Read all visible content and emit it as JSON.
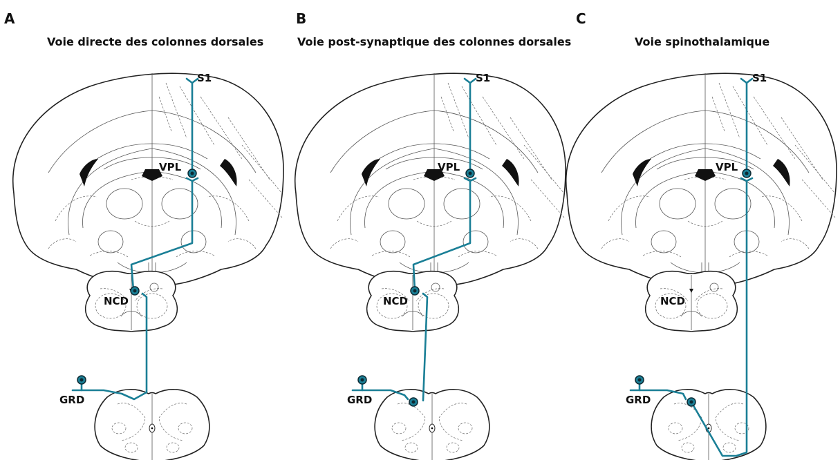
{
  "colors": {
    "pathway": "#1a7f96",
    "soma_fill": "#0d2a33",
    "outline": "#222222"
  },
  "panels": [
    {
      "letter": "A",
      "title": "Voie directe des colonnes dorsales",
      "labels": {
        "s1": "S1",
        "vpl": "VPL",
        "ncd": "NCD",
        "grd": "GRD"
      }
    },
    {
      "letter": "B",
      "title": "Voie post-synaptique des colonnes dorsales",
      "labels": {
        "s1": "S1",
        "vpl": "VPL",
        "ncd": "NCD",
        "grd": "GRD"
      }
    },
    {
      "letter": "C",
      "title": "Voie spinothalamique",
      "labels": {
        "s1": "S1",
        "vpl": "VPL",
        "ncd": "NCD",
        "grd": "GRD"
      }
    }
  ]
}
